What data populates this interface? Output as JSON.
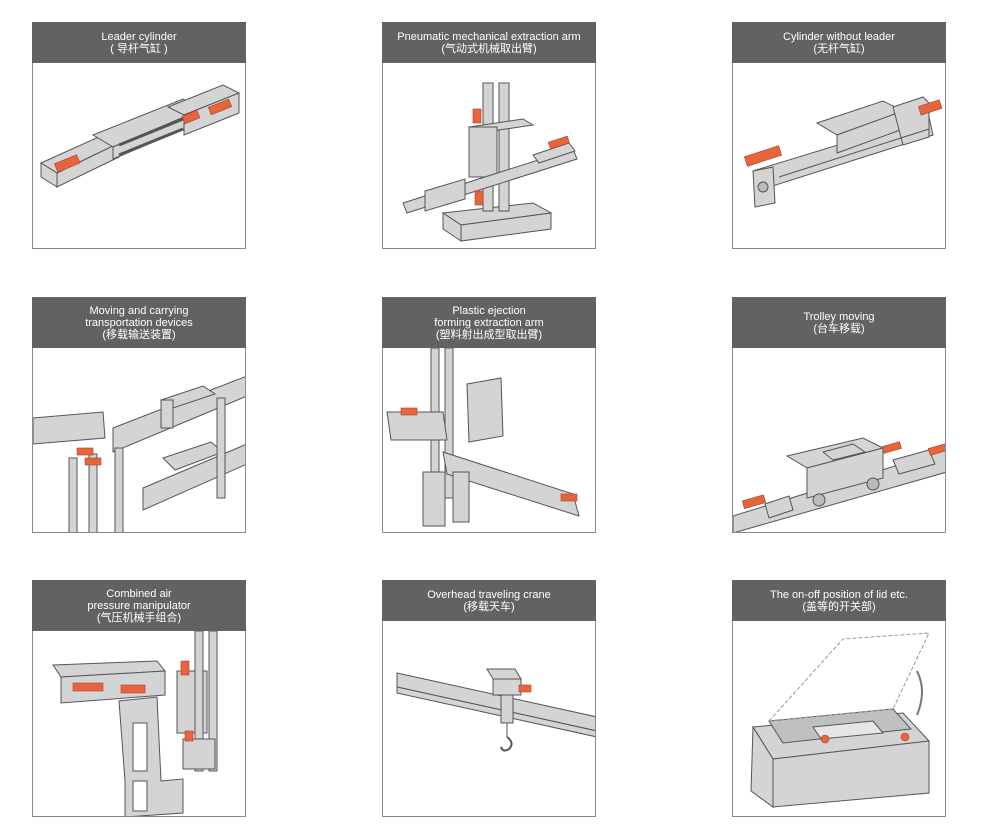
{
  "colors": {
    "header_bg": "#626262",
    "header_text": "#ffffff",
    "machine": "#d4d4d4",
    "accent": "#e8643c",
    "border": "#8a8a8a"
  },
  "cards": [
    {
      "title": [
        "Leader cylinder",
        "( 导杆气缸 )"
      ],
      "illustration": "leader-cylinder-illustration"
    },
    {
      "title": [
        "Pneumatic mechanical extraction arm",
        "(气动式机械取出臂)"
      ],
      "illustration": "pneumatic-arm-illustration"
    },
    {
      "title": [
        "Cylinder without leader",
        "(无杆气缸)"
      ],
      "illustration": "rodless-cylinder-illustration"
    },
    {
      "title": [
        "Moving and carrying",
        "transportation devices",
        "(移载输送装置)"
      ],
      "illustration": "conveyor-illustration"
    },
    {
      "title": [
        "Plastic ejection",
        "forming extraction arm",
        "(塑料射出成型取出臂)"
      ],
      "illustration": "injection-arm-illustration"
    },
    {
      "title": [
        "Trolley moving",
        "(台车移载)"
      ],
      "illustration": "trolley-illustration"
    },
    {
      "title": [
        "Combined air",
        "pressure manipulator",
        "(气压机械手组合)"
      ],
      "illustration": "manipulator-illustration"
    },
    {
      "title": [
        "Overhead traveling crane",
        "(移载天车)"
      ],
      "illustration": "crane-illustration"
    },
    {
      "title": [
        "The on-off position of lid etc.",
        "(盖等的开关部)"
      ],
      "illustration": "lid-illustration"
    }
  ]
}
